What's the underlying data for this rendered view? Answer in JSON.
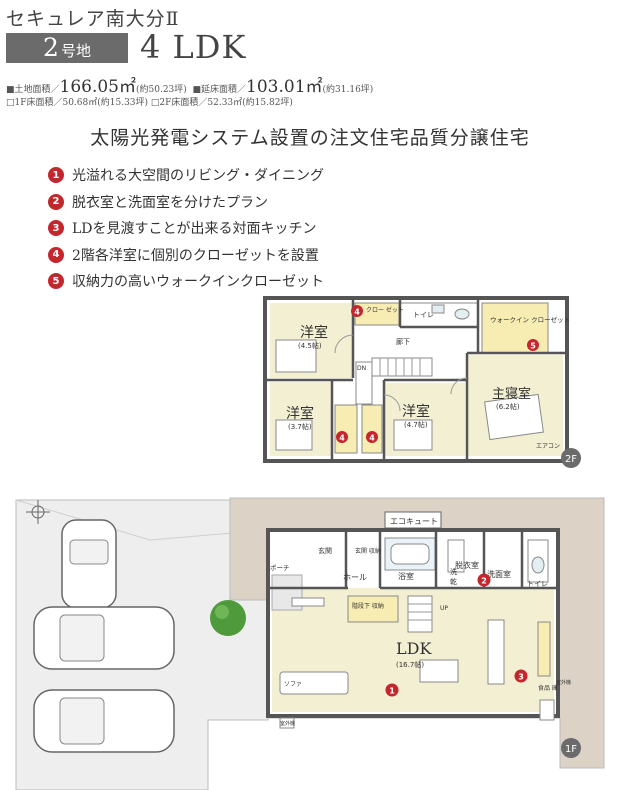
{
  "title": "セキュレア南大分Ⅱ",
  "lot": {
    "number": "2",
    "label": "号地"
  },
  "layout_type": "4 LDK",
  "specs": {
    "land_label": "■土地面積／",
    "land_area": "166.05㎡",
    "land_tsubo": "(約50.23坪)",
    "floor_label": "■延床面積／",
    "floor_area": "103.01㎡",
    "floor_tsubo": "(約31.16坪)",
    "f1": "□1F床面積／50.68㎡(約15.33坪)",
    "f2": "□2F床面積／52.33㎡(約15.82坪)"
  },
  "headline": "太陽光発電システム設置の注文住宅品質分譲住宅",
  "features": [
    {
      "num": "1",
      "text": "光溢れる大空間のリビング・ダイニング"
    },
    {
      "num": "2",
      "text": "脱衣室と洗面室を分けたプラン"
    },
    {
      "num": "3",
      "text": "LDを見渡すことが出来る対面キッチン"
    },
    {
      "num": "4",
      "text": "2階各洋室に個別のクローゼットを設置"
    },
    {
      "num": "5",
      "text": "収納力の高いウォークインクローゼット"
    }
  ],
  "floor2": {
    "tag": "2F",
    "rooms": {
      "yoshitsu": "洋室",
      "r1_size": "(4.5帖)",
      "r2_size": "(3.7帖)",
      "r3_size": "(4.7帖)",
      "master": "主寝室",
      "master_size": "(6.2帖)",
      "closet": "クロー ゼット",
      "toilet": "トイレ",
      "wic": "ウォークイン クローゼット",
      "hallway": "廊下",
      "dn": "DN",
      "aircon": "エアコン"
    }
  },
  "floor1": {
    "tag": "1F",
    "rooms": {
      "ecocute": "エコキュート",
      "entrance": "玄関",
      "storage": "玄関 収納",
      "hall": "ホール",
      "porch": "ポーチ",
      "datsui": "脱衣室",
      "senmen": "洗面室",
      "bath": "浴室",
      "toilet": "トイレ",
      "ldk": "LDK",
      "ldk_size": "(16.7帖)",
      "under_stairs": "階段下 収納",
      "up": "UP",
      "pantry": "食品 庫",
      "outdoor": "室外機",
      "sofa": "ソファ",
      "wash": "洗",
      "dryer": "乾"
    }
  },
  "markers": {
    "f2_closet1": "4",
    "f2_wic": "5",
    "f2_closet2": "4",
    "f2_closet3": "4",
    "f1_ldk": "1",
    "f1_senmen": "2",
    "f1_kitchen": "3"
  },
  "colors": {
    "accent_red": "#c4262e",
    "badge_gray": "#6b6b6b",
    "floor_wood": "#f3efd2",
    "site_bg": "#ddd2c6"
  }
}
